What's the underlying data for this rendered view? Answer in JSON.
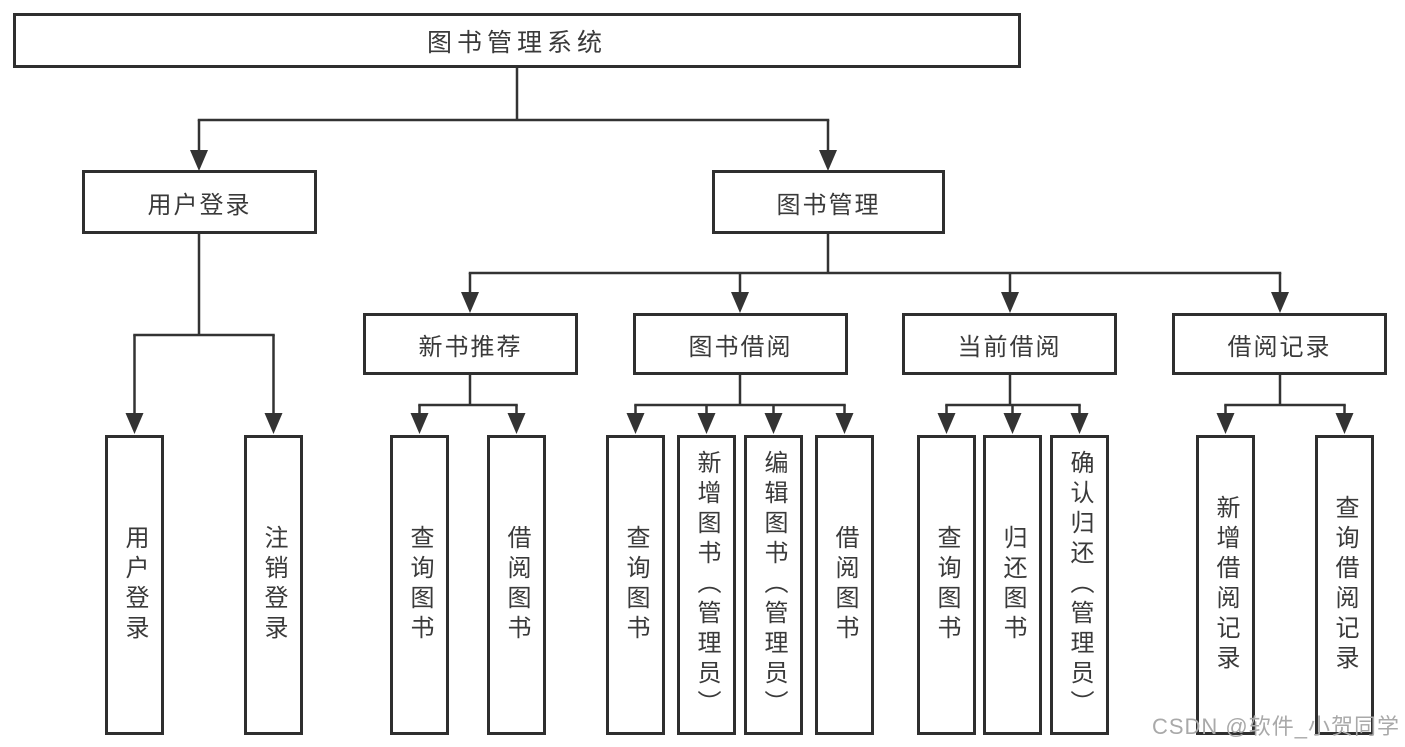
{
  "colors": {
    "background": "#ffffff",
    "box_border": "#2f2f2f",
    "connector_line": "#333333",
    "text": "#3a3a3a",
    "watermark": "#a9a9a9"
  },
  "tree": {
    "root": {
      "label": "图书管理系统"
    },
    "level2": [
      {
        "label": "用户登录"
      },
      {
        "label": "图书管理"
      }
    ],
    "level3": [
      {
        "label": "新书推荐"
      },
      {
        "label": "图书借阅"
      },
      {
        "label": "当前借阅"
      },
      {
        "label": "借阅记录"
      }
    ],
    "leaves": {
      "user_login": [
        {
          "label": "用户登录"
        },
        {
          "label": "注销登录"
        }
      ],
      "new_book_recommend": [
        {
          "label": "查询图书"
        },
        {
          "label": "借阅图书"
        }
      ],
      "book_borrow": [
        {
          "label": "查询图书"
        },
        {
          "label": "新增图书（管理员）"
        },
        {
          "label": "编辑图书（管理员）"
        },
        {
          "label": "借阅图书"
        }
      ],
      "current_borrow": [
        {
          "label": "查询图书"
        },
        {
          "label": "归还图书"
        },
        {
          "label": "确认归还（管理员）"
        }
      ],
      "borrow_record": [
        {
          "label": "新增借阅记录"
        },
        {
          "label": "查询借阅记录"
        }
      ]
    }
  },
  "watermark": {
    "text": "CSDN @软件_小贺同学"
  }
}
